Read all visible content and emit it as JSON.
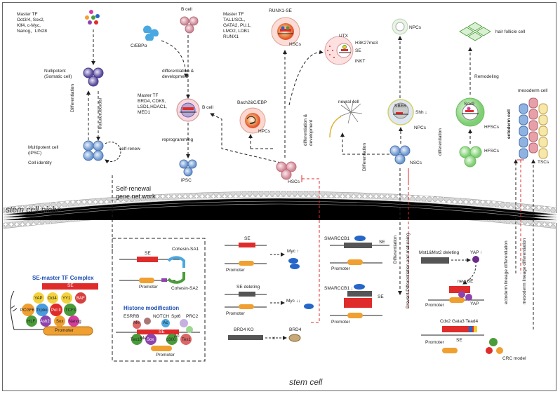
{
  "labels": {
    "stem_cell_niche": "stem cell niche",
    "stem_cell": "stem cell",
    "master_tf_1": "Master TF\nOct3/4, Sox2,\nKlf4, c-Myc,\nNanog、LIN28",
    "nullipotent": "Nullipotent\n(Somatic cell)",
    "differentiation_v": "Differentiation",
    "reprogramming_v": "reprogramming",
    "multipotent": "Multipotent cell\n(iPSC)",
    "cell_identity": "Cell identity",
    "self_renew": "self-renew",
    "self_renewal_net": "Self-renewal\ngene net work",
    "b_cell_top": "B cell",
    "cebpa": "C/EBPα",
    "diff_dev": "differentiation &\ndevelopment",
    "master_tf_2": "Master TF\nBRD4, CDK9,\nLSD1,HDAC1,\nMED1",
    "b_cell_mid": "B cell",
    "reprogramming_2": "reprogramming",
    "ipsc": "iPSC",
    "bach2": "Bach2&C/EBP",
    "hpcs": "HPCs",
    "master_tf_3": "Master TF\nTAL1/SCL,\nGATA2, PU.1,\nLMO2, LDB1\nRUNX1",
    "runx1_se": "RUNX1-SE",
    "hscs_top": "HSCs",
    "diff_dev_v": "differentiation &\ndevelopment",
    "utx": "UTX",
    "h3k27me3": "H3K27me3",
    "se_label": "SE",
    "inkt": "iNKT",
    "hscs_mid": "HSCs",
    "npcs_top": "NPCs",
    "neural_cell": "neural cell",
    "sbe6": "SBE6",
    "shh": "Shh ↓",
    "npcs_mid": "NPCs",
    "differentiation_n": "Differentiation",
    "nscs": "NSCs",
    "hair_follicle": "hair follicle cell",
    "remodeling": "Remodeling",
    "sox9": "Sox9",
    "hfscs_1": "HFSCs",
    "differentiation_h": "differentiation",
    "hfscs_2": "HFSCs",
    "mesoderm_cell": "mesoderm cell",
    "ectoderm_cell": "ectoderm cell",
    "tscs": "TSCs",
    "se_master_title": "SE-master TF Complex",
    "histone_title": "Histone modification",
    "promoter": "Promoter",
    "cohesin_sa1": "Cohesin-SA1",
    "cohesin_sa2": "Cohesin-SA2",
    "esrrb": "ESRRB",
    "notch": "NOTCH",
    "spt6": "Spt6",
    "prc2": "PRC2",
    "me": "Me",
    "ac": "Ac",
    "myc_up": "Myc ↑",
    "se_deleting": "SE deleting",
    "myc_down": "Myc ↓↓",
    "brd4_ko": "BRD4 KO",
    "brd4": "BRD4",
    "smarccb1_1": "SMARCCB1",
    "smarccb1_2": "SMARCCB1 ↓",
    "differentiation_s": "Differentiation",
    "prevent_diff": "Prevent Differentiation and maturaing",
    "mst_deleting": "Mst1&Mst2 deleting",
    "yap_up": "YAP ↑",
    "new_se": "new SE",
    "yap": "YAP",
    "ecto_lineage": "ectoderm lineage differentiation",
    "meso_lineage": "mesoderm lineage differentiation",
    "cdx2": "Cdx2 Gata3 Tead4",
    "crc_model": "CRC model"
  },
  "tf_complex_nodes": [
    "YAP",
    "Oct4",
    "YY1",
    "BAF",
    "PCGF6",
    "Trpbo",
    "Pol II",
    "TCF3",
    "HLF",
    "Ash2l",
    "Sox",
    "Nanog"
  ],
  "histone_nodes": [
    "Tex10",
    "Sox",
    "p300",
    "Tex1"
  ],
  "colors": {
    "red": "#e02b2b",
    "orange": "#f0a030",
    "blue": "#2566c8",
    "cell_purple": "#6b5ba8",
    "cell_blue": "#7ea7d8",
    "cell_pink": "#e8a0a8",
    "green": "#9ad98f",
    "membrane": "#bdbdbd"
  }
}
